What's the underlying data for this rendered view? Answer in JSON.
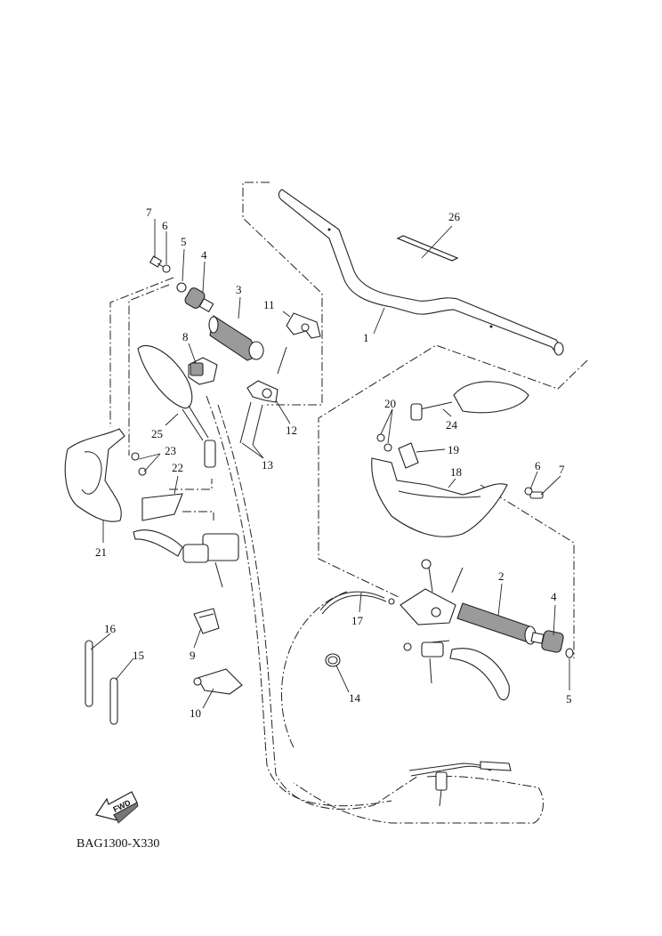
{
  "diagram": {
    "code": "BAG1300-X330",
    "fwd_label": "FWD",
    "callouts": [
      {
        "id": "c1",
        "text": "1"
      },
      {
        "id": "c2",
        "text": "2"
      },
      {
        "id": "c3",
        "text": "3"
      },
      {
        "id": "c4a",
        "text": "4"
      },
      {
        "id": "c4b",
        "text": "4"
      },
      {
        "id": "c5a",
        "text": "5"
      },
      {
        "id": "c5b",
        "text": "5"
      },
      {
        "id": "c6a",
        "text": "6"
      },
      {
        "id": "c6b",
        "text": "6"
      },
      {
        "id": "c7a",
        "text": "7"
      },
      {
        "id": "c7b",
        "text": "7"
      },
      {
        "id": "c8",
        "text": "8"
      },
      {
        "id": "c9",
        "text": "9"
      },
      {
        "id": "c10",
        "text": "10"
      },
      {
        "id": "c11",
        "text": "11"
      },
      {
        "id": "c12",
        "text": "12"
      },
      {
        "id": "c13",
        "text": "13"
      },
      {
        "id": "c14",
        "text": "14"
      },
      {
        "id": "c15",
        "text": "15"
      },
      {
        "id": "c16",
        "text": "16"
      },
      {
        "id": "c17",
        "text": "17"
      },
      {
        "id": "c18",
        "text": "18"
      },
      {
        "id": "c19",
        "text": "19"
      },
      {
        "id": "c20",
        "text": "20"
      },
      {
        "id": "c21",
        "text": "21"
      },
      {
        "id": "c22",
        "text": "22"
      },
      {
        "id": "c23",
        "text": "23"
      },
      {
        "id": "c24",
        "text": "24"
      },
      {
        "id": "c25",
        "text": "25"
      },
      {
        "id": "c26",
        "text": "26"
      }
    ]
  }
}
